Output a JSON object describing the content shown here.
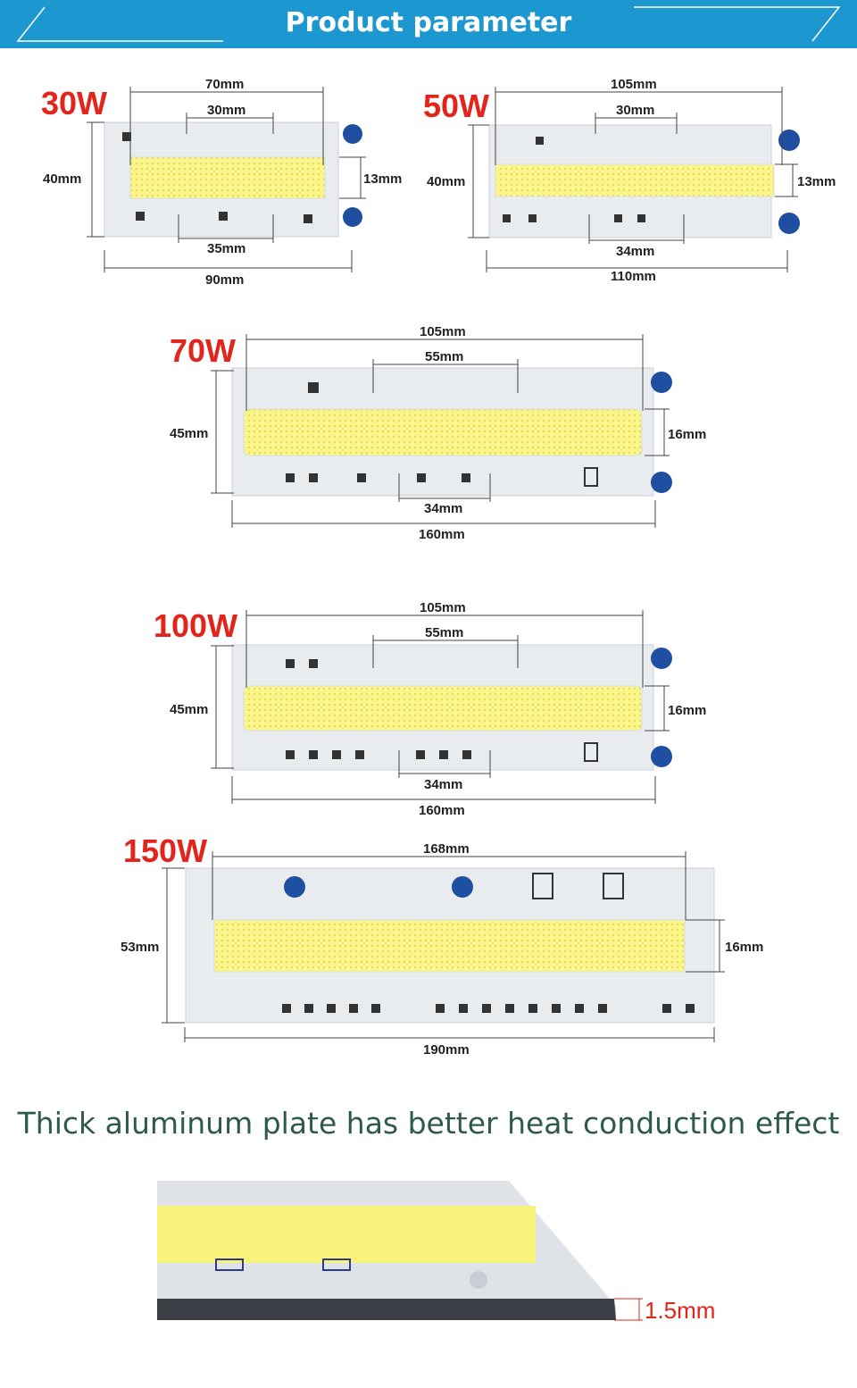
{
  "header": {
    "title": "Product parameter"
  },
  "modules": [
    {
      "watt": "30W",
      "dims": {
        "top": "70mm",
        "inner_top": "30mm",
        "height": "40mm",
        "strip": "13mm",
        "inner_bottom": "35mm",
        "bottom": "90mm"
      }
    },
    {
      "watt": "50W",
      "dims": {
        "top": "105mm",
        "inner_top": "30mm",
        "height": "40mm",
        "strip": "13mm",
        "inner_bottom": "34mm",
        "bottom": "110mm"
      }
    },
    {
      "watt": "70W",
      "dims": {
        "top": "105mm",
        "inner_top": "55mm",
        "height": "45mm",
        "strip": "16mm",
        "inner_bottom": "34mm",
        "bottom": "160mm"
      }
    },
    {
      "watt": "100W",
      "dims": {
        "top": "105mm",
        "inner_top": "55mm",
        "height": "45mm",
        "strip": "16mm",
        "inner_bottom": "34mm",
        "bottom": "160mm"
      }
    },
    {
      "watt": "150W",
      "dims": {
        "top": "168mm",
        "height": "53mm",
        "strip": "16mm",
        "bottom": "190mm"
      }
    }
  ],
  "slogan": "Thick aluminum plate has better heat conduction effect",
  "thickness": "1.5mm",
  "colors": {
    "banner": "#1d97cf",
    "watt": "#e3241b",
    "led": "#f7f27a",
    "pcb": "#e9ecef",
    "slogan": "#2e5a49"
  }
}
